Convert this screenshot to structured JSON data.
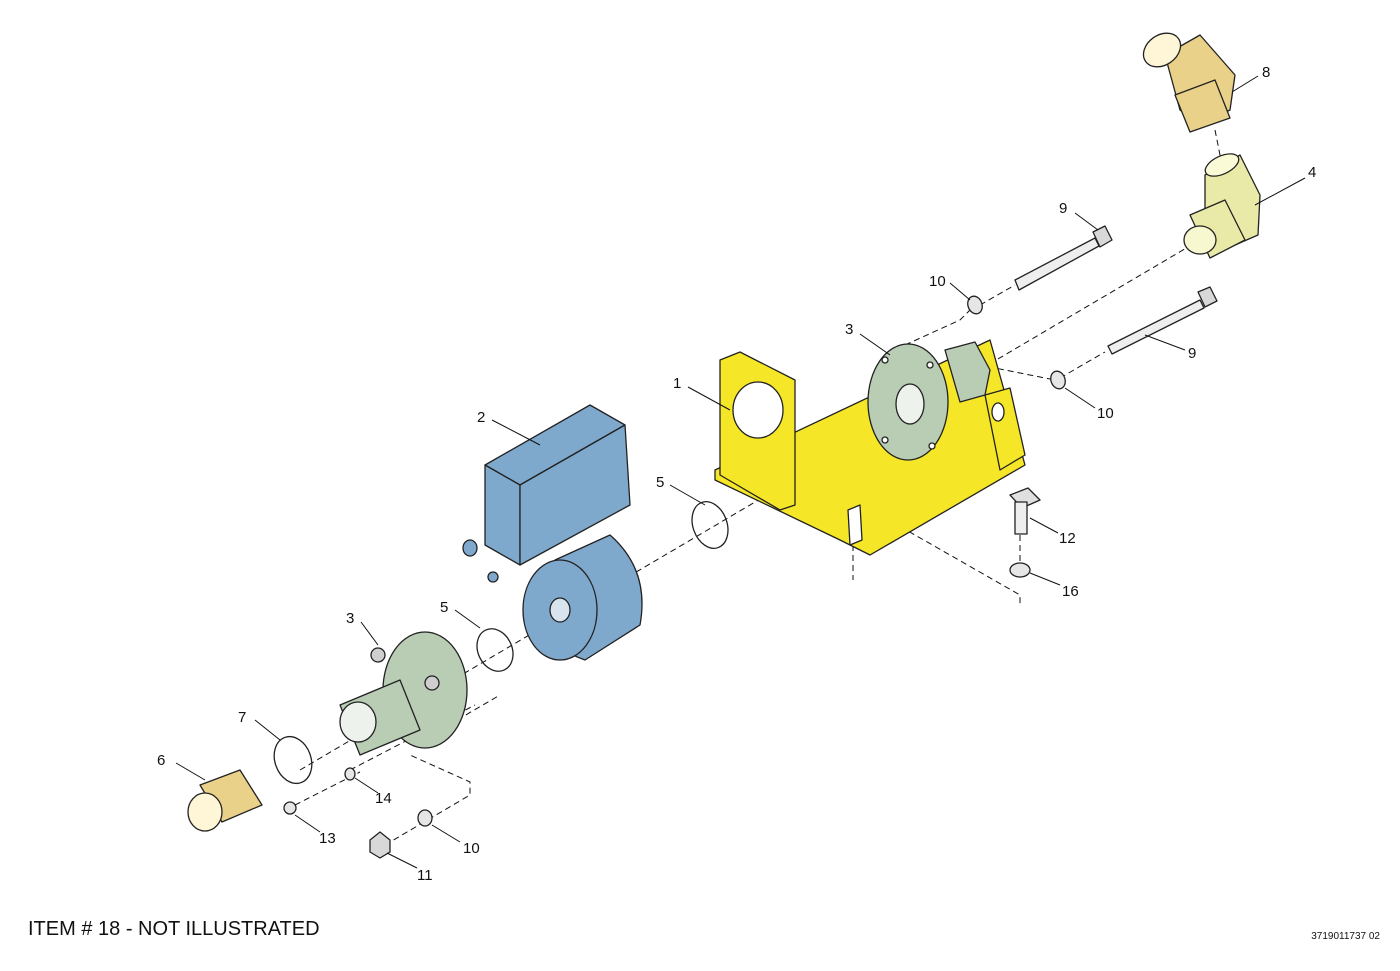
{
  "colors": {
    "bracket": "#f5e627",
    "actuator": "#7fa9cc",
    "flange": "#b9ccb4",
    "brass": "#ead18a",
    "elbow": "#eaeaa8",
    "hardware": "#dcdcdc",
    "line": "#222222"
  },
  "callouts": {
    "c1": "1",
    "c2": "2",
    "c3a": "3",
    "c3b": "3",
    "c4": "4",
    "c5a": "5",
    "c5b": "5",
    "c6": "6",
    "c7": "7",
    "c8": "8",
    "c9a": "9",
    "c9b": "9",
    "c10a": "10",
    "c10b": "10",
    "c10c": "10",
    "c11": "11",
    "c12": "12",
    "c13": "13",
    "c14": "14",
    "c16": "16"
  },
  "footer_note": "ITEM # 18 - NOT ILLUSTRATED",
  "drawing_number": "3719011737 02"
}
